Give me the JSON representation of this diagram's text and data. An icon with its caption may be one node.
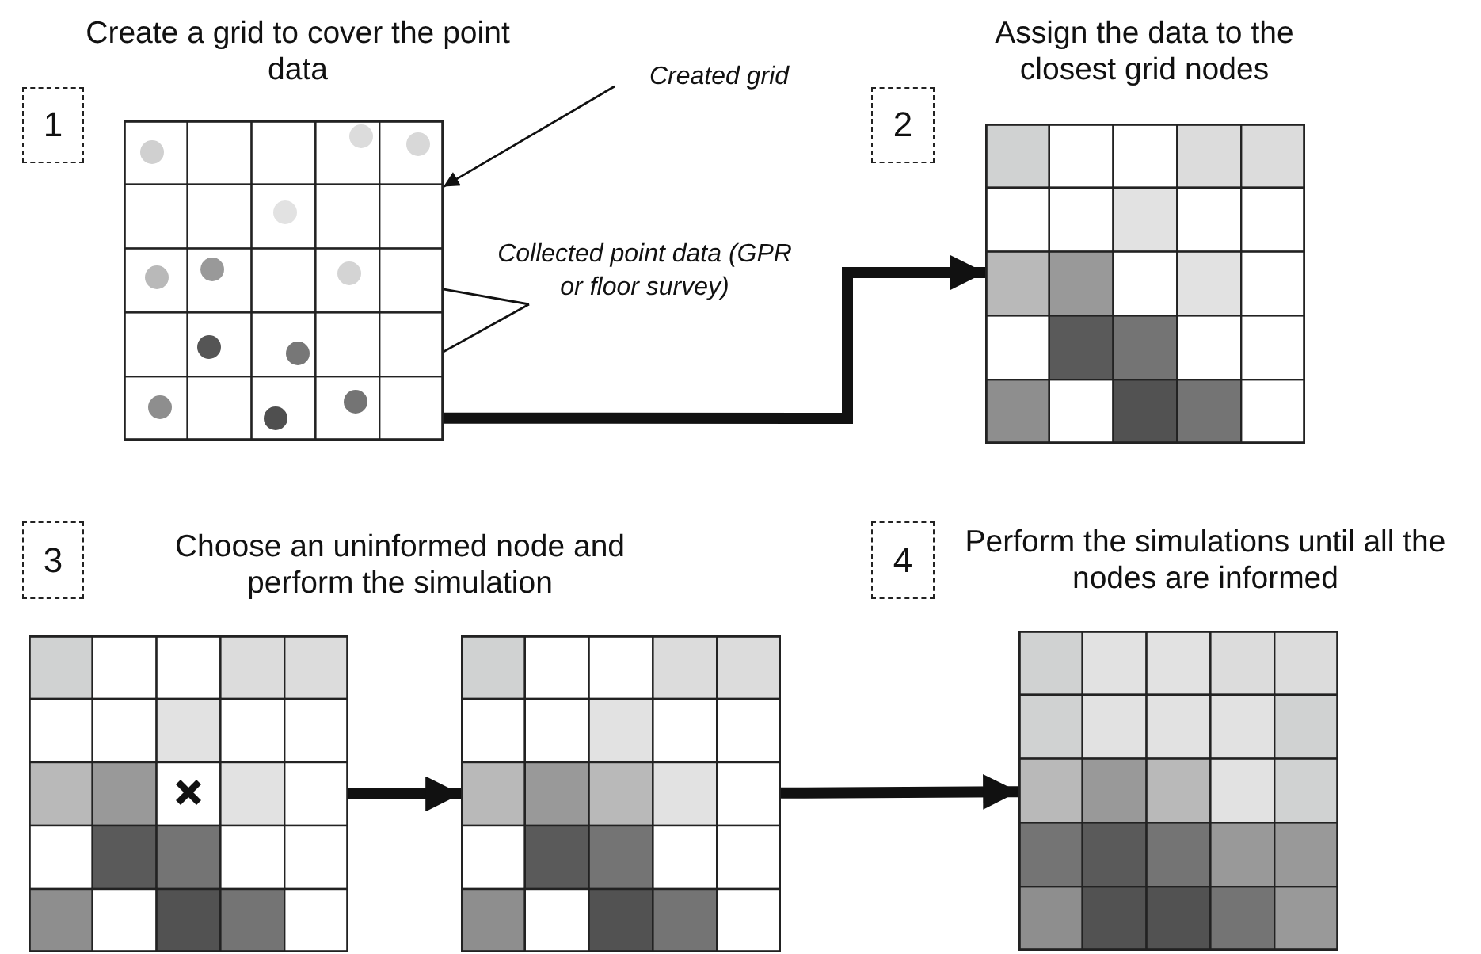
{
  "diagram": {
    "nodes": [
      {
        "text": [
          "1"
        ]
      },
      {
        "text": [],
        "shape": "picture"
      },
      {
        "text": [],
        "shape": "circle",
        "in": 1
      },
      {
        "text": [],
        "shape": "circle",
        "in": 1
      },
      {
        "text": [
          "Created grid"
        ]
      },
      {
        "text": [
          "Collected point data (GPR or floor survey)"
        ]
      },
      {
        "text": [
          "2"
        ]
      },
      {
        "text": [],
        "shape": "picture"
      },
      {
        "text": [
          "3"
        ]
      },
      {
        "text": [],
        "shape": "picture"
      },
      {
        "text": [],
        "shape": "picture"
      },
      {
        "text": [
          "4"
        ]
      },
      {
        "text": [],
        "shape": "picture"
      }
    ],
    "edges": [
      {
        "from": 4,
        "to": 1,
        "arrow": "to"
      },
      {
        "from": 5,
        "to": 2,
        "arrow": "to"
      },
      {
        "from": 5,
        "to": 3,
        "arrow": "to"
      },
      {
        "from": 1,
        "to": 7,
        "arrow": "to",
        "style": "thick"
      },
      {
        "from": 9,
        "to": 10,
        "arrow": "to",
        "style": "thick"
      },
      {
        "from": 10,
        "to": 12,
        "arrow": "to",
        "style": "thick"
      }
    ],
    "labels": [
      "Create a grid to cover the point data",
      "Assign the data to the closest grid nodes",
      "Choose an uninformed node and perform the simulation",
      "Perform the simulations until all the nodes are informed"
    ]
  }
}
